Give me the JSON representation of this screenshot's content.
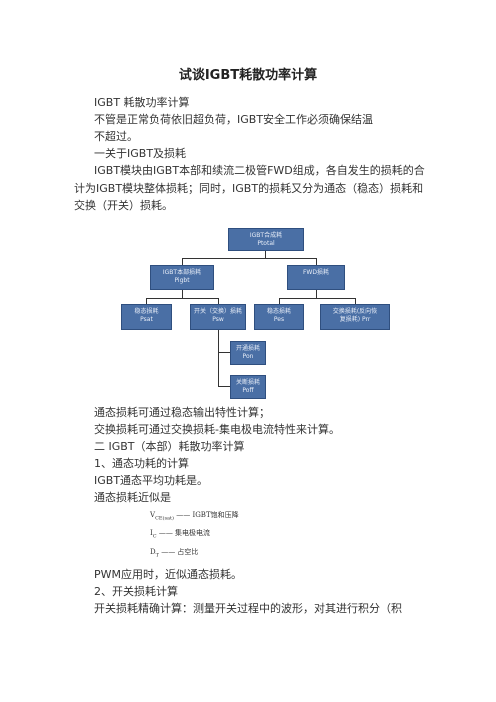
{
  "title": "试谈IGBT耗散功率计算",
  "intro": {
    "line1": "IGBT 耗散功率计算",
    "line2": "不管是正常负荷依旧超负荷，IGBT安全工作必须确保结温",
    "line3": "不超过。",
    "section1": "一关于IGBT及损耗",
    "para1": "IGBT模块由IGBT本部和续流二极管FWD组成，各自发生的损耗的合计为IGBT模块整体损耗；同时，IGBT的损耗又分为通态（稳态）损耗和交换（开关）损耗。"
  },
  "diagram": {
    "root": [
      "IGBT合成耗",
      "Ptotal"
    ],
    "igbt": [
      "IGBT本部损耗",
      "Pigbt"
    ],
    "fwd": [
      "FWD损耗",
      ""
    ],
    "igbt_on": [
      "稳态损耗",
      "Psat"
    ],
    "igbt_sw": [
      "开关（交换）损耗",
      "Psw"
    ],
    "fwd_on": [
      "稳态损耗",
      "Pes"
    ],
    "fwd_rr": [
      "交换损耗(反向恢",
      "复损耗) Prr"
    ],
    "turn_on": [
      "开通损耗",
      "Pon"
    ],
    "turn_off": [
      "关断损耗",
      "Poff"
    ]
  },
  "body": {
    "l1": "通态损耗可通过稳态输出特性计算；",
    "l2": "交换损耗可通过交换损耗-集电极电流特性来计算。",
    "section2": "二 IGBT（本部）耗散功率计算",
    "sub1": "1、通态功耗的计算",
    "l3": "IGBT通态平均功耗是。",
    "l4": "通态损耗近似是",
    "l5": "PWM应用时，近似通态损耗。",
    "sub2": "2、开关损耗计算",
    "l6": "开关损耗精确计算：测量开关过程中的波形，对其进行积分（积"
  },
  "formula": {
    "vce_sym": "V",
    "vce_sub": "CE(sat)",
    "vce_desc": " —— IGBT饱和压降",
    "ic_sym": "I",
    "ic_sub": "C",
    "ic_desc": " —— 集电极电流",
    "dt_sym": "D",
    "dt_sub": "T",
    "dt_desc": " —— 占空比"
  }
}
